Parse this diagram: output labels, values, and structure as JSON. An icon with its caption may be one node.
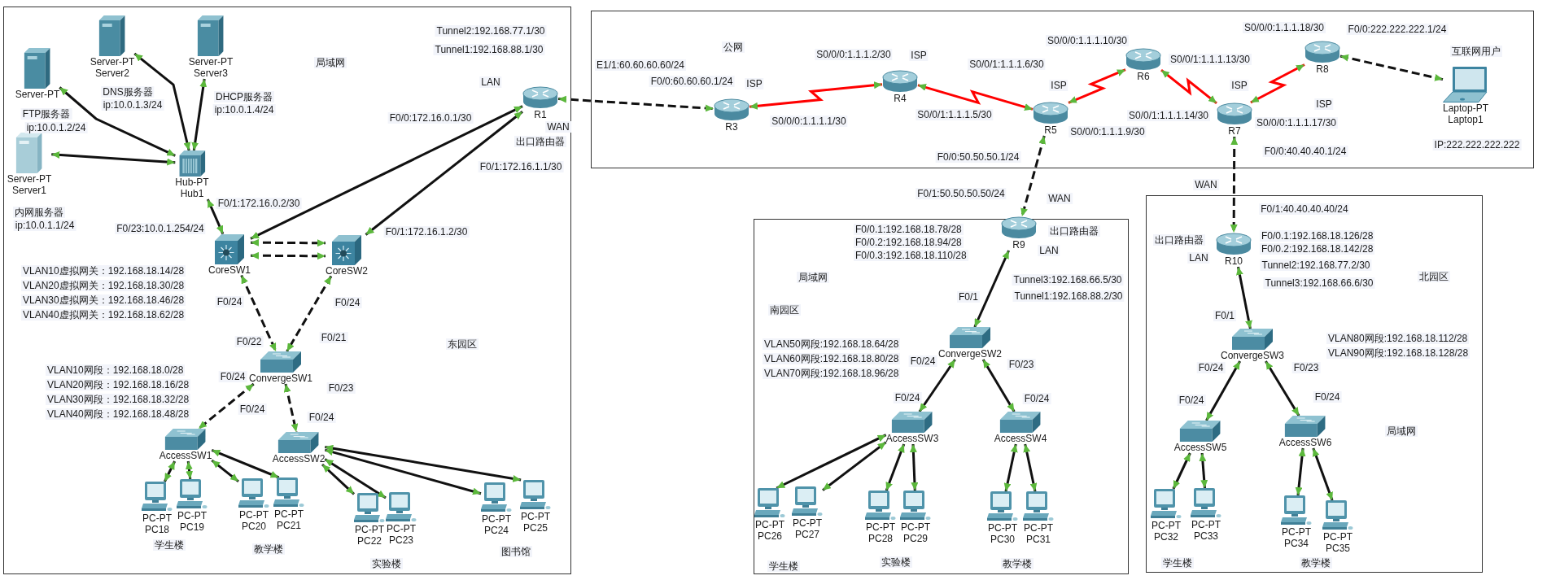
{
  "diagram": {
    "nodes": [
      {
        "text": [
          "局域网",
          "东园区"
        ]
      },
      {
        "text": [
          "Server-PT"
        ],
        "in": 0,
        "beside": [
          "FTP服务器",
          "ip:10.0.1.2/24"
        ]
      },
      {
        "text": [
          "Server-PT",
          "Server2"
        ],
        "in": 0,
        "beside": [
          "DNS服务器",
          "ip:10.0.1.3/24"
        ]
      },
      {
        "text": [
          "Server-PT",
          "Server3"
        ],
        "in": 0,
        "beside": [
          "DHCP服务器",
          "ip:10.0.1.4/24"
        ]
      },
      {
        "text": [
          "Server-PT",
          "Server1"
        ],
        "in": 0,
        "beside": [
          "内网服务器",
          "ip:10.0.1.1/24"
        ]
      },
      {
        "text": [
          "Hub-PT",
          "Hub1"
        ],
        "in": 0
      },
      {
        "text": [
          "R1"
        ],
        "in": 0,
        "beside": [
          "出口路由器"
        ]
      },
      {
        "text": [
          "CoreSW1"
        ],
        "in": 0
      },
      {
        "text": [
          "CoreSW2"
        ],
        "in": 0
      },
      {
        "text": [
          "ConvergeSW1"
        ],
        "in": 0
      },
      {
        "text": [
          "AccessSW1"
        ],
        "in": 0
      },
      {
        "text": [
          "AccessSW2"
        ],
        "in": 0
      },
      {
        "text": [
          "PC-PT",
          "PC18"
        ],
        "in": 0
      },
      {
        "text": [
          "PC-PT",
          "PC19"
        ],
        "in": 0
      },
      {
        "text": [
          "PC-PT",
          "PC20"
        ],
        "in": 0
      },
      {
        "text": [
          "PC-PT",
          "PC21"
        ],
        "in": 0
      },
      {
        "text": [
          "PC-PT",
          "PC22"
        ],
        "in": 0
      },
      {
        "text": [
          "PC-PT",
          "PC23"
        ],
        "in": 0
      },
      {
        "text": [
          "PC-PT",
          "PC24"
        ],
        "in": 0
      },
      {
        "text": [
          "PC-PT",
          "PC25"
        ],
        "in": 0
      },
      {
        "text": [
          "公网"
        ]
      },
      {
        "text": [
          "R3"
        ],
        "in": 20,
        "beside": [
          "ISP"
        ]
      },
      {
        "text": [
          "R4"
        ],
        "in": 20,
        "beside": [
          "ISP"
        ]
      },
      {
        "text": [
          "R5"
        ],
        "in": 20,
        "beside": [
          "ISP"
        ]
      },
      {
        "text": [
          "R6"
        ],
        "in": 20
      },
      {
        "text": [
          "R7"
        ],
        "in": 20,
        "beside": [
          "ISP"
        ]
      },
      {
        "text": [
          "R8"
        ],
        "in": 20,
        "beside": [
          "ISP"
        ]
      },
      {
        "text": [
          "Laptop-PT",
          "Laptop1"
        ],
        "in": 20,
        "beside": [
          "互联网用户",
          "IP:222.222.222.222"
        ]
      },
      {
        "text": [
          "局域网",
          "南园区"
        ]
      },
      {
        "text": [
          "R9"
        ],
        "in": 28,
        "beside": [
          "出口路由器"
        ]
      },
      {
        "text": [
          "ConvergeSW2"
        ],
        "in": 28
      },
      {
        "text": [
          "AccessSW3"
        ],
        "in": 28
      },
      {
        "text": [
          "AccessSW4"
        ],
        "in": 28
      },
      {
        "text": [
          "PC-PT",
          "PC26"
        ],
        "in": 28
      },
      {
        "text": [
          "PC-PT",
          "PC27"
        ],
        "in": 28
      },
      {
        "text": [
          "PC-PT",
          "PC28"
        ],
        "in": 28
      },
      {
        "text": [
          "PC-PT",
          "PC29"
        ],
        "in": 28
      },
      {
        "text": [
          "PC-PT",
          "PC30"
        ],
        "in": 28
      },
      {
        "text": [
          "PC-PT",
          "PC31"
        ],
        "in": 28
      },
      {
        "text": [
          "北园区",
          "局域网"
        ]
      },
      {
        "text": [
          "R10"
        ],
        "in": 39,
        "beside": [
          "出口路由器"
        ]
      },
      {
        "text": [
          "ConvergeSW3"
        ],
        "in": 39
      },
      {
        "text": [
          "AccessSW5"
        ],
        "in": 39
      },
      {
        "text": [
          "AccessSW6"
        ],
        "in": 39
      },
      {
        "text": [
          "PC-PT",
          "PC32"
        ],
        "in": 39
      },
      {
        "text": [
          "PC-PT",
          "PC33"
        ],
        "in": 39
      },
      {
        "text": [
          "PC-PT",
          "PC34"
        ],
        "in": 39
      },
      {
        "text": [
          "PC-PT",
          "PC35"
        ],
        "in": 39
      }
    ],
    "edges": [
      {
        "from": 1,
        "to": 5,
        "arrow": "both"
      },
      {
        "from": 2,
        "to": 5,
        "arrow": "both"
      },
      {
        "from": 3,
        "to": 5,
        "arrow": "both"
      },
      {
        "from": 4,
        "to": 5,
        "arrow": "both"
      },
      {
        "from": 5,
        "to": 7,
        "arrow": "both"
      },
      {
        "from": 7,
        "to": 6,
        "arrow": "both"
      },
      {
        "from": 8,
        "to": 6,
        "arrow": "both"
      },
      {
        "from": 7,
        "to": 8,
        "arrow": "both",
        "style": "dashed"
      },
      {
        "from": 7,
        "to": 8,
        "arrow": "both",
        "style": "dashed"
      },
      {
        "from": 7,
        "to": 9,
        "arrow": "both",
        "style": "dashed"
      },
      {
        "from": 8,
        "to": 9,
        "arrow": "both",
        "style": "dashed"
      },
      {
        "from": 9,
        "to": 10,
        "arrow": "both",
        "style": "dashed"
      },
      {
        "from": 9,
        "to": 11,
        "arrow": "both",
        "style": "dashed"
      },
      {
        "from": 10,
        "to": 12,
        "arrow": "both"
      },
      {
        "from": 10,
        "to": 13,
        "arrow": "both"
      },
      {
        "from": 10,
        "to": 14,
        "arrow": "both"
      },
      {
        "from": 10,
        "to": 15,
        "arrow": "both"
      },
      {
        "from": 11,
        "to": 16,
        "arrow": "both"
      },
      {
        "from": 11,
        "to": 17,
        "arrow": "both"
      },
      {
        "from": 11,
        "to": 18,
        "arrow": "both"
      },
      {
        "from": 11,
        "to": 19,
        "arrow": "both"
      },
      {
        "from": 6,
        "to": 21,
        "arrow": "both",
        "style": "dashed"
      },
      {
        "from": 21,
        "to": 22,
        "arrow": "both",
        "color": "#ff0000"
      },
      {
        "from": 22,
        "to": 23,
        "arrow": "both",
        "color": "#ff0000"
      },
      {
        "from": 23,
        "to": 24,
        "arrow": "both",
        "color": "#ff0000"
      },
      {
        "from": 24,
        "to": 25,
        "arrow": "both",
        "color": "#ff0000"
      },
      {
        "from": 25,
        "to": 26,
        "arrow": "both",
        "color": "#ff0000"
      },
      {
        "from": 26,
        "to": 27,
        "arrow": "both",
        "style": "dashed"
      },
      {
        "from": 23,
        "to": 29,
        "arrow": "both",
        "style": "dashed"
      },
      {
        "from": 25,
        "to": 40,
        "arrow": "both",
        "style": "dashed"
      },
      {
        "from": 29,
        "to": 30,
        "arrow": "both"
      },
      {
        "from": 30,
        "to": 31,
        "arrow": "both"
      },
      {
        "from": 30,
        "to": 32,
        "arrow": "both"
      },
      {
        "from": 31,
        "to": 33,
        "arrow": "both"
      },
      {
        "from": 31,
        "to": 34,
        "arrow": "both"
      },
      {
        "from": 31,
        "to": 35,
        "arrow": "both"
      },
      {
        "from": 31,
        "to": 36,
        "arrow": "both"
      },
      {
        "from": 32,
        "to": 37,
        "arrow": "both"
      },
      {
        "from": 32,
        "to": 38,
        "arrow": "both"
      },
      {
        "from": 40,
        "to": 41,
        "arrow": "both"
      },
      {
        "from": 41,
        "to": 42,
        "arrow": "both"
      },
      {
        "from": 41,
        "to": 43,
        "arrow": "both"
      },
      {
        "from": 42,
        "to": 44,
        "arrow": "both"
      },
      {
        "from": 42,
        "to": 45,
        "arrow": "both"
      },
      {
        "from": 43,
        "to": 46,
        "arrow": "both"
      },
      {
        "from": 43,
        "to": 47,
        "arrow": "both"
      }
    ],
    "labels": [
      "Tunnel2:192.168.77.1/30",
      "Tunnel1:192.168.88.1/30",
      "LAN",
      "E1/1:60.60.60.60/24",
      "WAN",
      "F0/0:172.16.0.1/30",
      "F0/1:172.16.1.1/30",
      "F0/1:172.16.0.2/30",
      "F0/1:172.16.1.2/30",
      "F0/23:10.0.1.254/24",
      "VLAN10虚拟网关：192.168.18.14/28",
      "VLAN20虚拟网关：192.168.18.30/28",
      "VLAN30虚拟网关：192.168.18.46/28",
      "VLAN40虚拟网关：192.168.18.62/28",
      "F0/24",
      "F0/24",
      "F0/22",
      "F0/21",
      "F0/24",
      "F0/23",
      "F0/24",
      "F0/24",
      "VLAN10网段：192.168.18.0/28",
      "VLAN20网段：192.168.18.16/28",
      "VLAN30网段：192.168.18.32/28",
      "VLAN40网段：192.168.18.48/28",
      "学生楼",
      "教学楼",
      "实验楼",
      "图书馆",
      "F0/0:60.60.60.1/24",
      "S0/0/0:1.1.1.1/30",
      "S0/0/0:1.1.1.2/30",
      "S0/0/1:1.1.1.5/30",
      "S0/0/1:1.1.1.6/30",
      "S0/0/0:1.1.1.10/30",
      "S0/0/1:1.1.1.13/30",
      "S0/0/0:1.1.1.9/30",
      "S0/0/1:1.1.1.14/30",
      "S0/0/0:1.1.1.18/30",
      "F0/0:222.222.222.1/24",
      "S0/0/0:1.1.1.17/30",
      "F0/0:50.50.50.1/24",
      "F0/0:40.40.40.1/24",
      "WAN",
      "WAN",
      "F0/1:50.50.50.50/24",
      "F0/0.1:192.168.18.78/28",
      "F0/0.2:192.168.18.94/28",
      "F0/0.3:192.168.18.110/28",
      "LAN",
      "Tunnel3:192.168.66.5/30",
      "F0/1",
      "Tunnel1:192.168.88.2/30",
      "VLAN50网段:192.168.18.64/28",
      "VLAN60网段:192.168.18.80/28",
      "VLAN70网段:192.168.18.96/28",
      "F0/24",
      "F0/23",
      "F0/24",
      "F0/24",
      "学生楼",
      "实验楼",
      "教学楼",
      "F0/1:40.40.40.40/24",
      "LAN",
      "F0/0.1:192.168.18.126/28",
      "F0/0.2:192.168.18.142/28",
      "Tunnel2:192.168.77.2/30",
      "Tunnel3:192.168.66.6/30",
      "F0/1",
      "VLAN80网段:192.168.18.112/28",
      "VLAN90网段:192.168.18.128/28",
      "F0/24",
      "F0/23",
      "F0/24",
      "F0/24",
      "学生楼",
      "教学楼"
    ]
  }
}
